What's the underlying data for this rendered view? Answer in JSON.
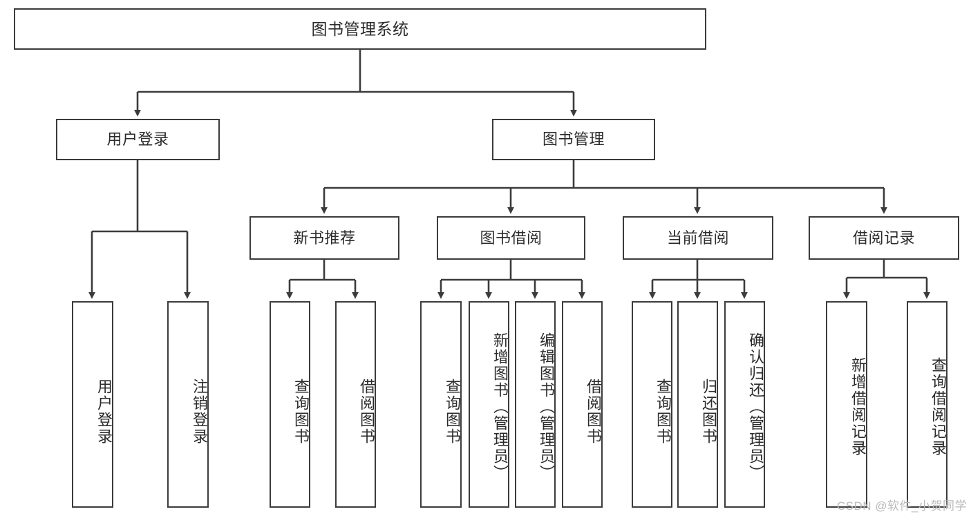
{
  "diagram": {
    "title": "图书管理系统",
    "type": "tree",
    "watermark": "CSDN @软件_小贺同学",
    "colors": {
      "stroke": "#3b3b3b",
      "box_fill": "#ffffff",
      "text": "#2b2b2b",
      "background": "#ffffff",
      "watermark": "#b9b9b9"
    },
    "root": {
      "label": "图书管理系统"
    },
    "level2": [
      {
        "label": "用户登录"
      },
      {
        "label": "图书管理"
      }
    ],
    "level3": [
      {
        "label": "新书推荐"
      },
      {
        "label": "图书借阅"
      },
      {
        "label": "当前借阅"
      },
      {
        "label": "借阅记录"
      }
    ],
    "leaves": {
      "user_login": [
        {
          "label": "用户登录"
        },
        {
          "label": "注销登录"
        }
      ],
      "new_book_recommend": [
        {
          "label": "查询图书"
        },
        {
          "label": "借阅图书"
        }
      ],
      "book_borrow": [
        {
          "label": "查询图书"
        },
        {
          "label": "新增图书（管理员）"
        },
        {
          "label": "编辑图书（管理员）"
        },
        {
          "label": "借阅图书"
        }
      ],
      "current_borrow": [
        {
          "label": "查询图书"
        },
        {
          "label": "归还图书"
        },
        {
          "label": "确认归还（管理员）"
        }
      ],
      "borrow_records": [
        {
          "label": "新增借阅记录"
        },
        {
          "label": "查询借阅记录"
        }
      ]
    }
  }
}
